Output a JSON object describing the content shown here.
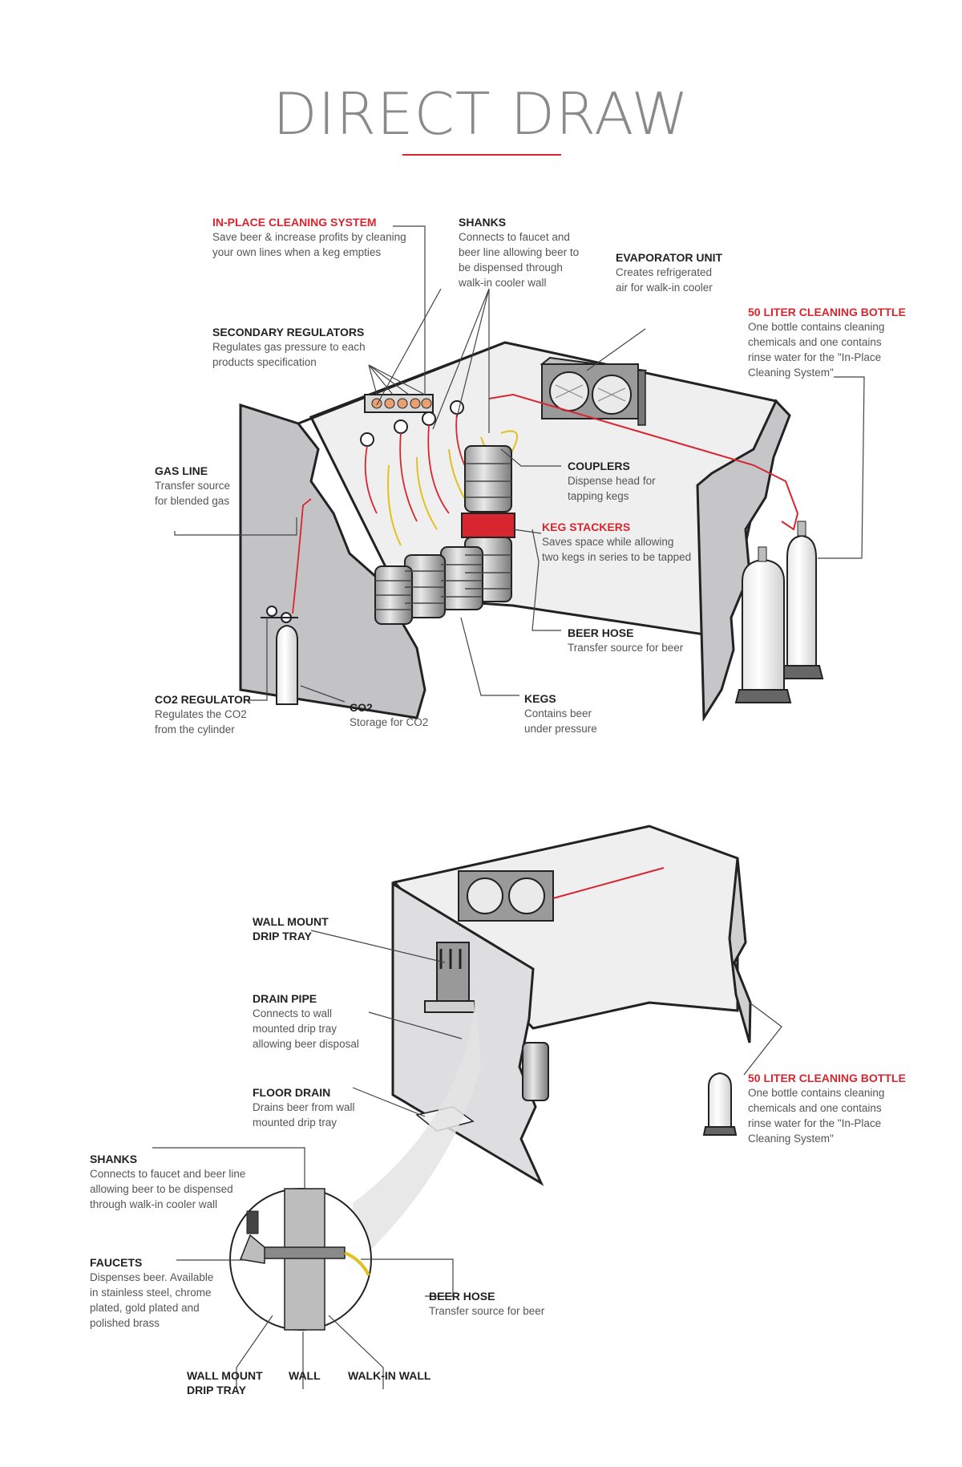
{
  "title": "DIRECT DRAW",
  "accent_color": "#d7262f",
  "top_callouts": [
    {
      "id": "in-place-cleaning-system",
      "heading": "IN-PLACE CLEANING SYSTEM",
      "red": true,
      "desc": "Save beer & increase profits by cleaning\nyour own lines when a keg empties"
    },
    {
      "id": "shanks",
      "heading": "SHANKS",
      "red": false,
      "desc": "Connects to faucet and\nbeer line allowing beer to\nbe dispensed through\nwalk-in cooler wall"
    },
    {
      "id": "evaporator-unit",
      "heading": "EVAPORATOR UNIT",
      "red": false,
      "desc": "Creates refrigerated\nair for walk-in cooler"
    },
    {
      "id": "cleaning-bottle",
      "heading": "50 LITER CLEANING BOTTLE",
      "red": true,
      "desc": "One bottle contains cleaning\nchemicals and one contains\nrinse water for the \"In-Place\nCleaning System\""
    },
    {
      "id": "secondary-regulators",
      "heading": "SECONDARY REGULATORS",
      "red": false,
      "desc": "Regulates gas pressure to each\nproducts specification"
    },
    {
      "id": "gas-line",
      "heading": "GAS LINE",
      "red": false,
      "desc": "Transfer source\nfor blended gas"
    },
    {
      "id": "couplers",
      "heading": "COUPLERS",
      "red": false,
      "desc": "Dispense head for\ntapping kegs"
    },
    {
      "id": "keg-stackers",
      "heading": "KEG STACKERS",
      "red": true,
      "desc": "Saves space while allowing\ntwo kegs in series to be tapped"
    },
    {
      "id": "beer-hose",
      "heading": "BEER HOSE",
      "red": false,
      "desc": "Transfer source for beer"
    },
    {
      "id": "co2-regulator",
      "heading": "CO2 REGULATOR",
      "red": false,
      "desc": "Regulates the CO2\nfrom the cylinder"
    },
    {
      "id": "co2",
      "heading": "CO2",
      "red": false,
      "desc": "Storage for CO2"
    },
    {
      "id": "kegs",
      "heading": "KEGS",
      "red": false,
      "desc": "Contains beer\nunder pressure"
    }
  ],
  "bottom_callouts": [
    {
      "id": "wall-mount-drip-tray",
      "heading": "WALL MOUNT\nDRIP TRAY",
      "red": false,
      "desc": ""
    },
    {
      "id": "drain-pipe",
      "heading": "DRAIN PIPE",
      "red": false,
      "desc": "Connects to wall\nmounted drip tray\nallowing beer disposal"
    },
    {
      "id": "floor-drain",
      "heading": "FLOOR DRAIN",
      "red": false,
      "desc": "Drains beer from wall\nmounted drip tray"
    },
    {
      "id": "shanks-2",
      "heading": "SHANKS",
      "red": false,
      "desc": "Connects to faucet and beer line\nallowing beer to be dispensed\nthrough walk-in cooler wall"
    },
    {
      "id": "faucets",
      "heading": "FAUCETS",
      "red": false,
      "desc": "Dispenses beer. Available\nin stainless steel, chrome\nplated, gold plated and\npolished brass"
    },
    {
      "id": "beer-hose-2",
      "heading": "BEER HOSE",
      "red": false,
      "desc": "Transfer source for beer"
    },
    {
      "id": "cleaning-bottle-2",
      "heading": "50 LITER CLEANING BOTTLE",
      "red": true,
      "desc": "One bottle contains cleaning\nchemicals and one contains\nrinse water for the \"In-Place\nCleaning System\""
    },
    {
      "id": "wall-mount-drip-tray-2",
      "heading": "WALL MOUNT\nDRIP TRAY",
      "red": false,
      "desc": ""
    },
    {
      "id": "wall",
      "heading": "WALL",
      "red": false,
      "desc": ""
    },
    {
      "id": "walk-in-wall",
      "heading": "WALK-IN WALL",
      "red": false,
      "desc": ""
    }
  ]
}
